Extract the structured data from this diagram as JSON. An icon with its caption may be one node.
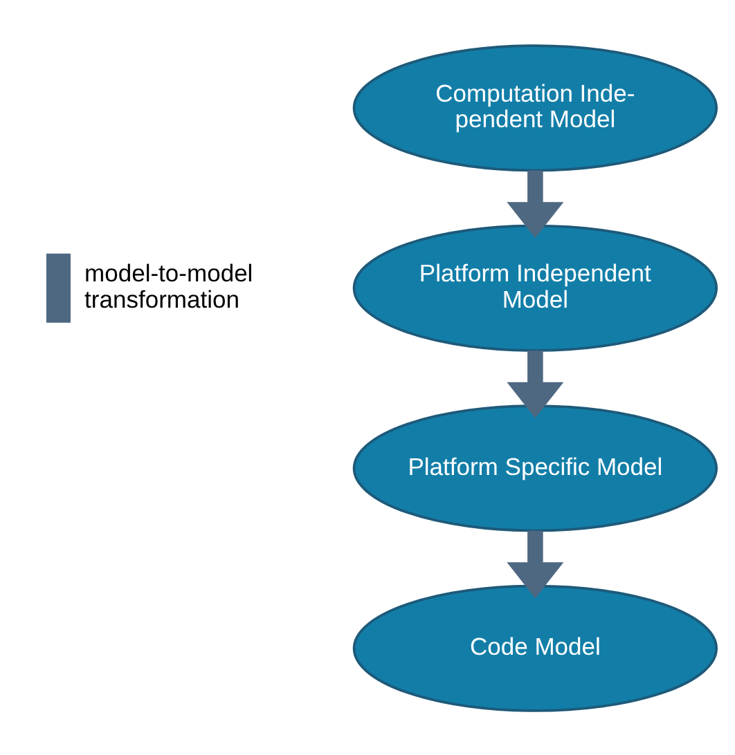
{
  "diagram": {
    "nodes": [
      {
        "text": [
          "Computation Inde- pendent Model"
        ]
      },
      {
        "text": [
          "Platform Independent Model"
        ]
      },
      {
        "text": [
          "Platform Specific Model"
        ]
      },
      {
        "text": [
          "Code Model"
        ]
      }
    ],
    "edges": [
      {
        "from": 0,
        "to": 1,
        "arrow": "to"
      },
      {
        "from": 1,
        "to": 2,
        "arrow": "to"
      },
      {
        "from": 2,
        "to": 3,
        "arrow": "to"
      }
    ],
    "legend": [
      {
        "text": "model-to-model transformation"
      }
    ]
  }
}
